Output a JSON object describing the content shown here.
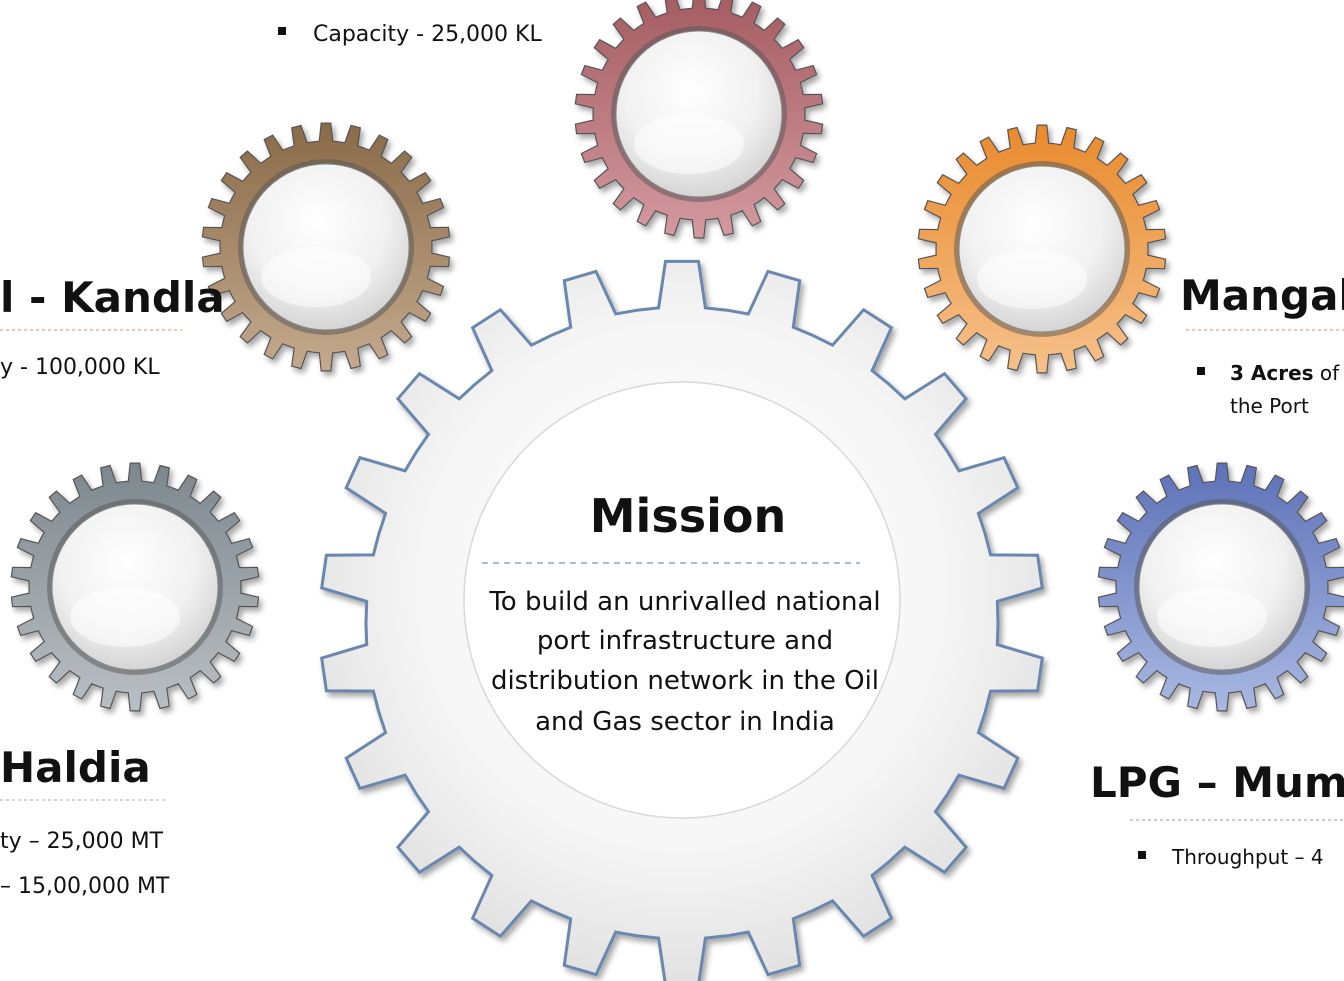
{
  "mission": {
    "title": "Mission",
    "lines": [
      "To build an unrivalled national",
      "port infrastructure and",
      "distribution network in the Oil",
      "and Gas sector in India"
    ]
  },
  "top_bullet": "Capacity - 25,000 KL",
  "kandla": {
    "title": "l - Kandla",
    "bullet": "y - 100,000 KL"
  },
  "haldia": {
    "title": "Haldia",
    "bullets": [
      "ty – 25,000 MT",
      "– 15,00,000 MT"
    ]
  },
  "mangalore": {
    "title": "Mangalor",
    "bold": "3 Acres",
    "rest": " of",
    "line2": "the Port"
  },
  "mumbai": {
    "title": "LPG – Mumbai",
    "bullet": "Throughput – 4"
  },
  "gear_colors": {
    "red": "#c0777c",
    "brown": "#a8896b",
    "orange": "#f0a75a",
    "gray": "#9aa3a8",
    "blue": "#7f92c9",
    "center_outline": "#6a87ad"
  }
}
